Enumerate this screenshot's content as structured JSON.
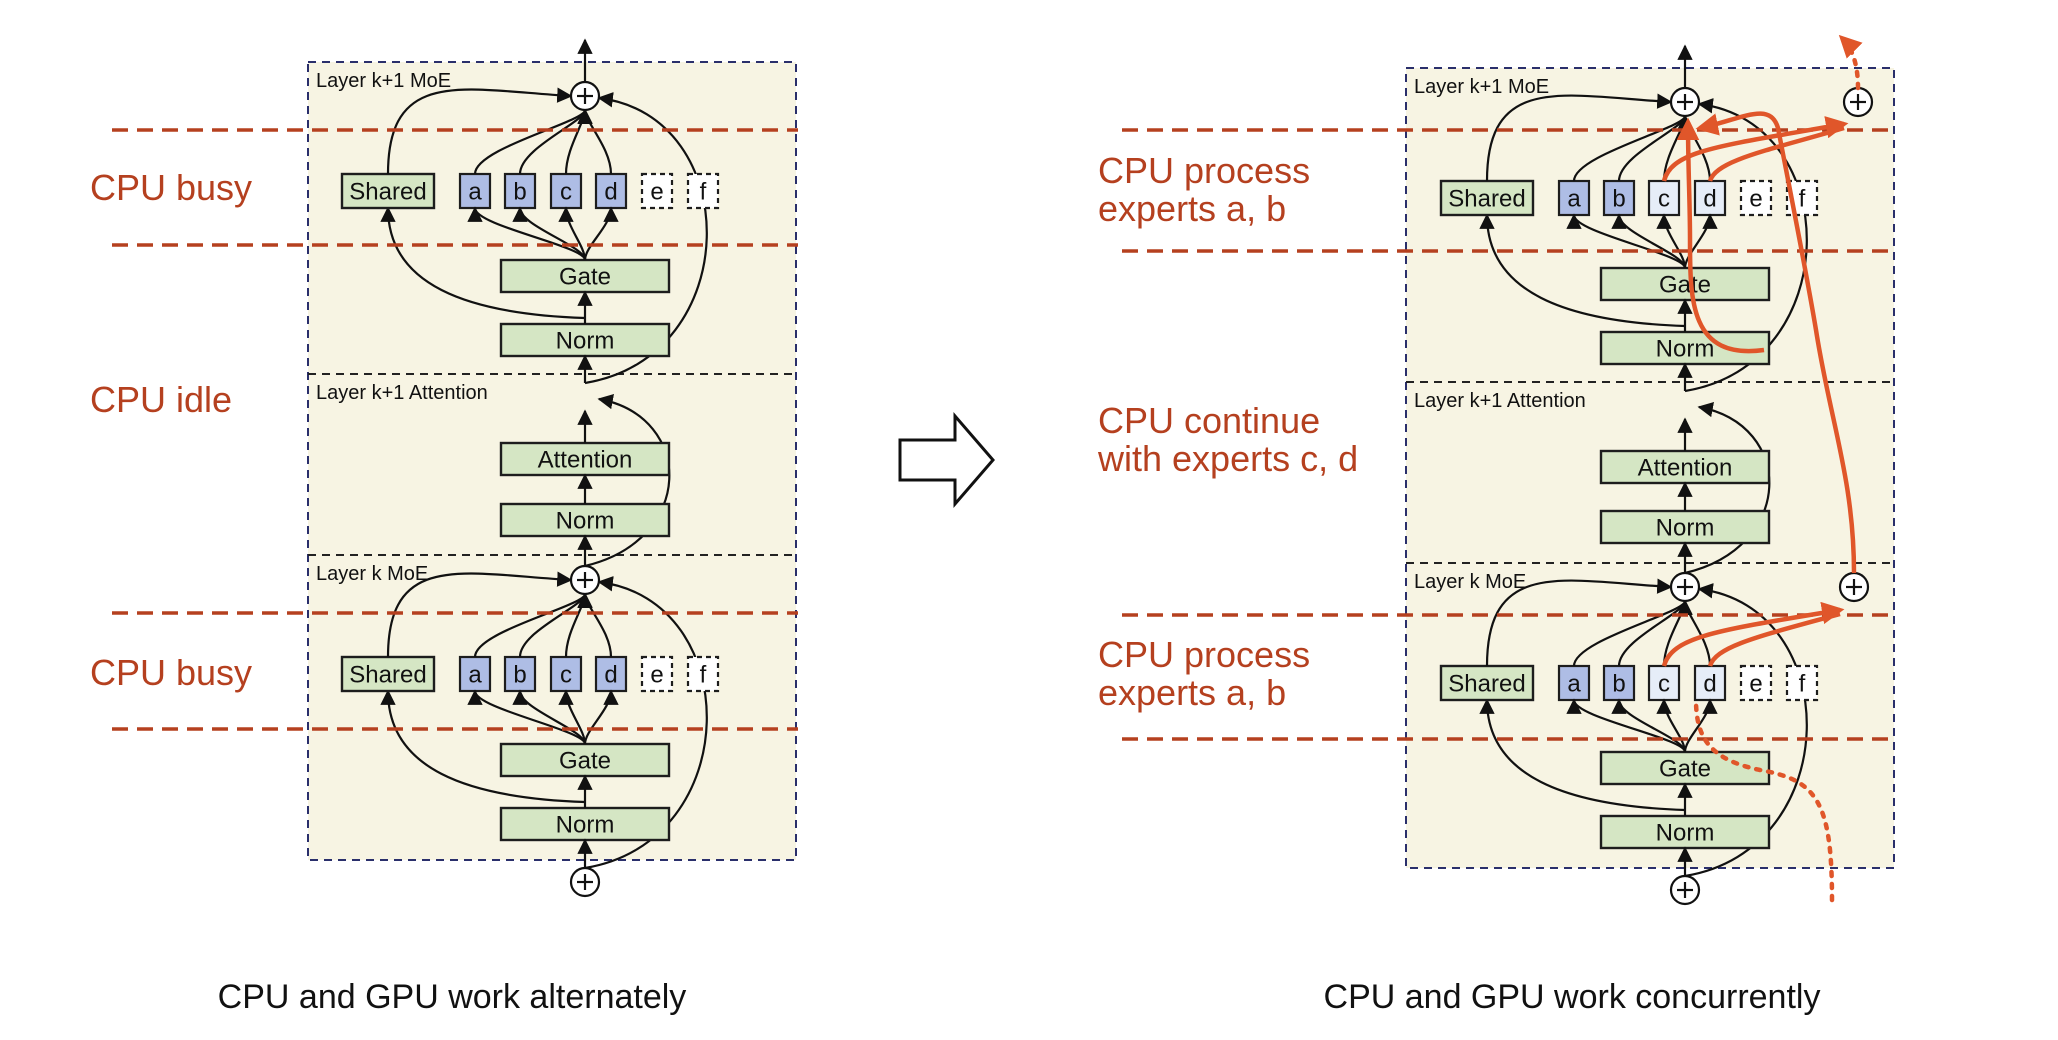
{
  "left_panel": {
    "caption": "CPU and GPU work alternately",
    "layers": [
      {
        "label": "Layer k+1 MoE",
        "type": "moe"
      },
      {
        "label": "Layer k+1 Attention",
        "type": "attention"
      },
      {
        "label": "Layer k MoE",
        "type": "moe"
      }
    ],
    "cpu_annotations": [
      {
        "lines": [
          "CPU busy"
        ]
      },
      {
        "lines": [
          "CPU idle"
        ]
      },
      {
        "lines": [
          "CPU busy"
        ]
      }
    ],
    "expert_states": [
      "active",
      "active",
      "active",
      "active",
      "idle",
      "idle"
    ]
  },
  "right_panel": {
    "caption": "CPU and GPU work concurrently",
    "layers": [
      {
        "label": "Layer k+1 MoE",
        "type": "moe"
      },
      {
        "label": "Layer k+1 Attention",
        "type": "attention"
      },
      {
        "label": "Layer k MoE",
        "type": "moe"
      }
    ],
    "cpu_annotations": [
      {
        "lines": [
          "CPU process",
          "experts a, b"
        ]
      },
      {
        "lines": [
          "CPU continue",
          "with experts c, d"
        ]
      },
      {
        "lines": [
          "CPU process",
          "experts a, b"
        ]
      }
    ],
    "expert_states": [
      "active",
      "active",
      "done",
      "done",
      "idle",
      "idle"
    ]
  },
  "block_labels": {
    "shared": "Shared",
    "gate": "Gate",
    "norm": "Norm",
    "attention": "Attention",
    "experts": [
      "a",
      "b",
      "c",
      "d",
      "e",
      "f"
    ]
  },
  "colors": {
    "cpu_annotation": "#b5401f",
    "cpu_path": "#e0562a",
    "block_fill": "#d5e6c4",
    "expert_active": "#aebde5",
    "layer_background": "#f7f4e3",
    "layer_border": "#2a2f6b"
  },
  "icons": {
    "residual_add": "circled-plus-icon",
    "transition": "hollow-right-arrow-icon"
  }
}
